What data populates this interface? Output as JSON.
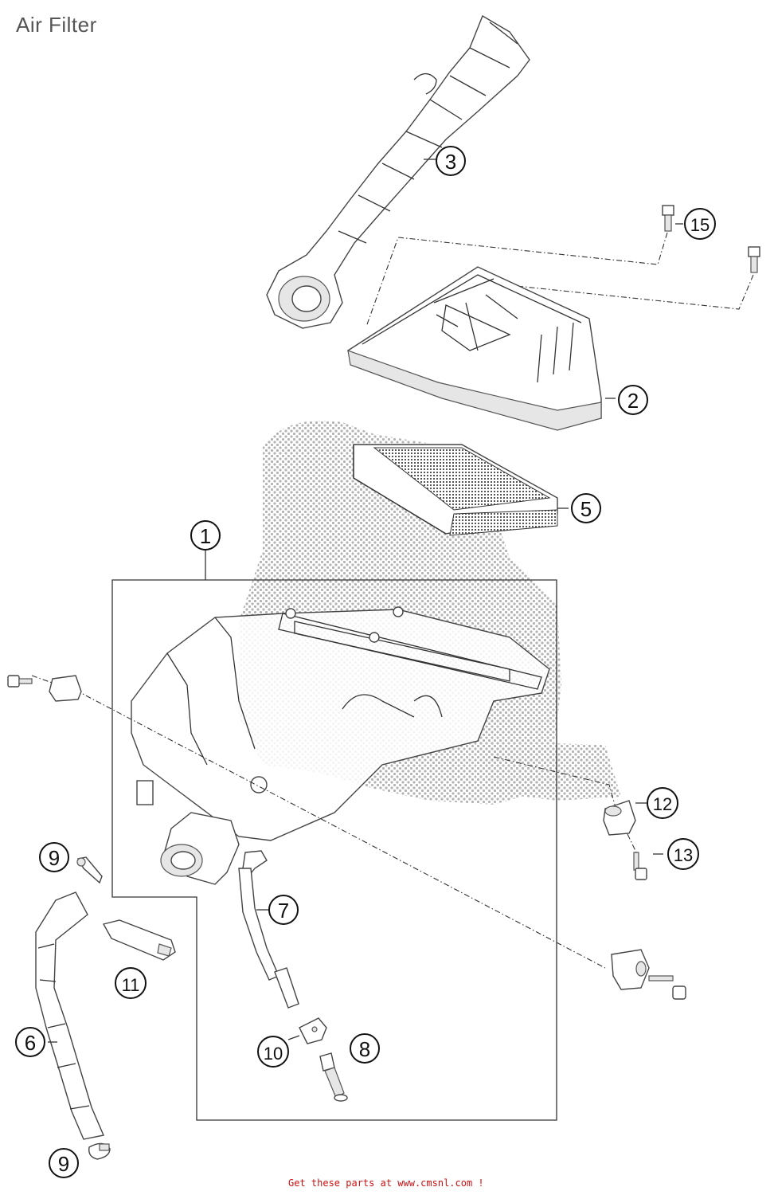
{
  "title": "Air Filter",
  "footer": "Get these parts at www.cmsnl.com  !",
  "callouts": [
    {
      "id": "c1",
      "label": "1"
    },
    {
      "id": "c2",
      "label": "2"
    },
    {
      "id": "c3",
      "label": "3"
    },
    {
      "id": "c5",
      "label": "5"
    },
    {
      "id": "c6",
      "label": "6"
    },
    {
      "id": "c7",
      "label": "7"
    },
    {
      "id": "c8",
      "label": "8"
    },
    {
      "id": "c9a",
      "label": "9"
    },
    {
      "id": "c9b",
      "label": "9"
    },
    {
      "id": "c10",
      "label": "10"
    },
    {
      "id": "c11",
      "label": "11"
    },
    {
      "id": "c12",
      "label": "12"
    },
    {
      "id": "c13",
      "label": "13"
    },
    {
      "id": "c15",
      "label": "15"
    }
  ],
  "colors": {
    "footer": "#cc1111",
    "title": "#555555",
    "lines": "#333333"
  }
}
